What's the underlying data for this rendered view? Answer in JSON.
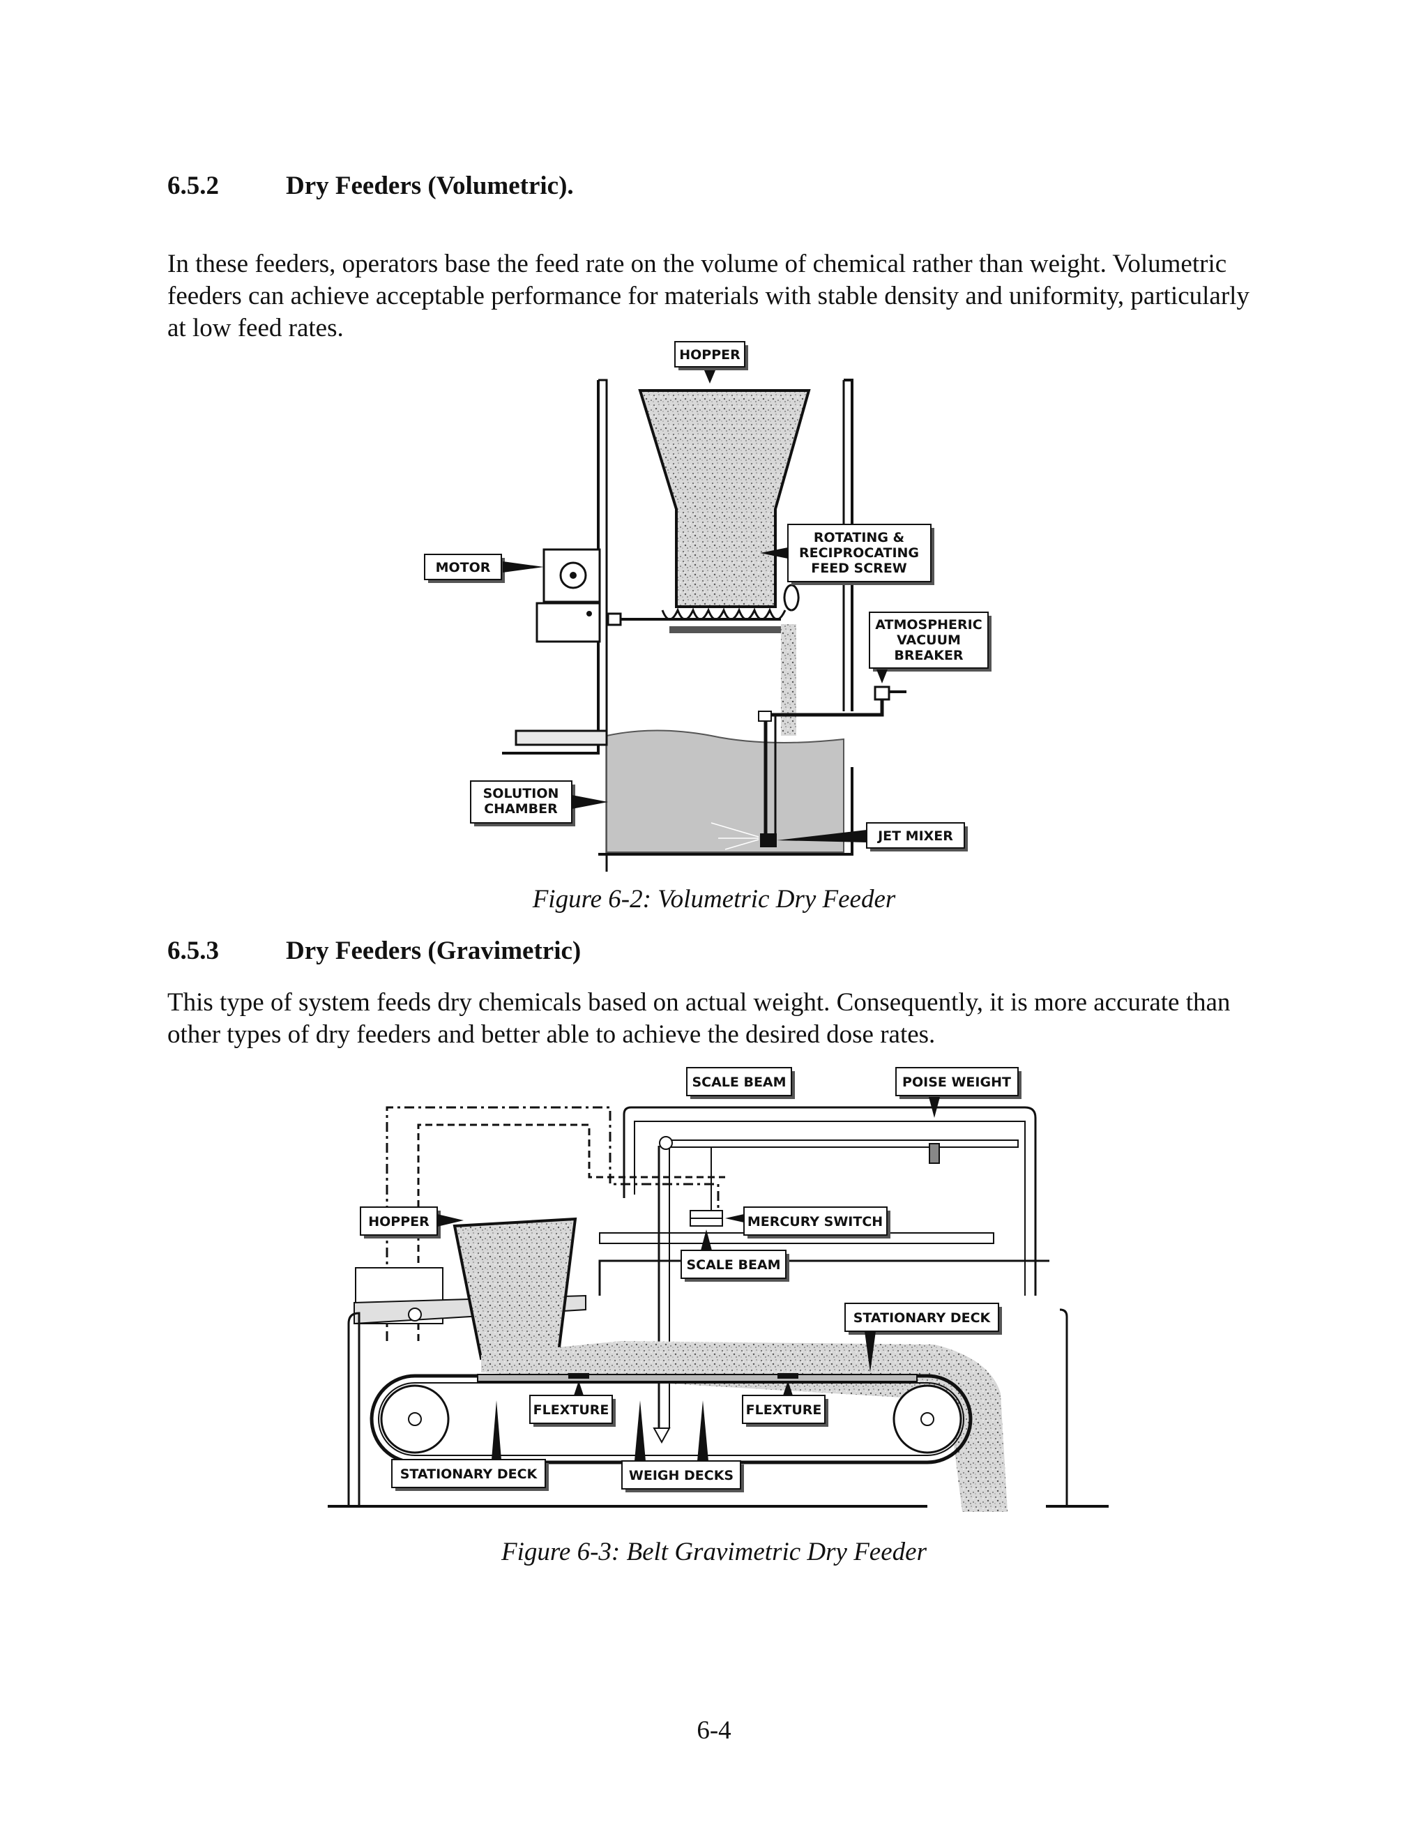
{
  "section_652": {
    "number": "6.5.2",
    "title": "Dry Feeders (Volumetric).",
    "body": "In these feeders, operators base the feed rate on the volume of chemical rather than weight. Volumetric feeders can achieve acceptable performance for materials with stable density and uniformity, particularly at low feed rates."
  },
  "figure_62": {
    "caption": "Figure 6-2: Volumetric Dry Feeder",
    "labels": {
      "hopper": "HOPPER",
      "motor": "MOTOR",
      "feed_screw_1": "ROTATING &",
      "feed_screw_2": "RECIPROCATING",
      "feed_screw_3": "FEED SCREW",
      "vacuum_1": "ATMOSPHERIC",
      "vacuum_2": "VACUUM",
      "vacuum_3": "BREAKER",
      "solution_1": "SOLUTION",
      "solution_2": "CHAMBER",
      "jet_mixer": "JET MIXER"
    }
  },
  "section_653": {
    "number": "6.5.3",
    "title": "Dry Feeders (Gravimetric)",
    "body": "This type of system feeds dry chemicals based on actual weight. Consequently, it is more accurate than other types of dry feeders and better able to achieve the desired dose rates."
  },
  "figure_63": {
    "caption": "Figure 6-3: Belt Gravimetric Dry Feeder",
    "labels": {
      "scale_beam_top": "SCALE BEAM",
      "poise_weight": "POISE WEIGHT",
      "hopper": "HOPPER",
      "mercury_switch": "MERCURY SWITCH",
      "scale_beam_mid": "SCALE BEAM",
      "stationary_deck_right": "STATIONARY DECK",
      "flexture_left": "FLEXTURE",
      "flexture_right": "FLEXTURE",
      "stationary_deck_left": "STATIONARY DECK",
      "weigh_decks": "WEIGH DECKS"
    }
  },
  "page_number": "6-4"
}
